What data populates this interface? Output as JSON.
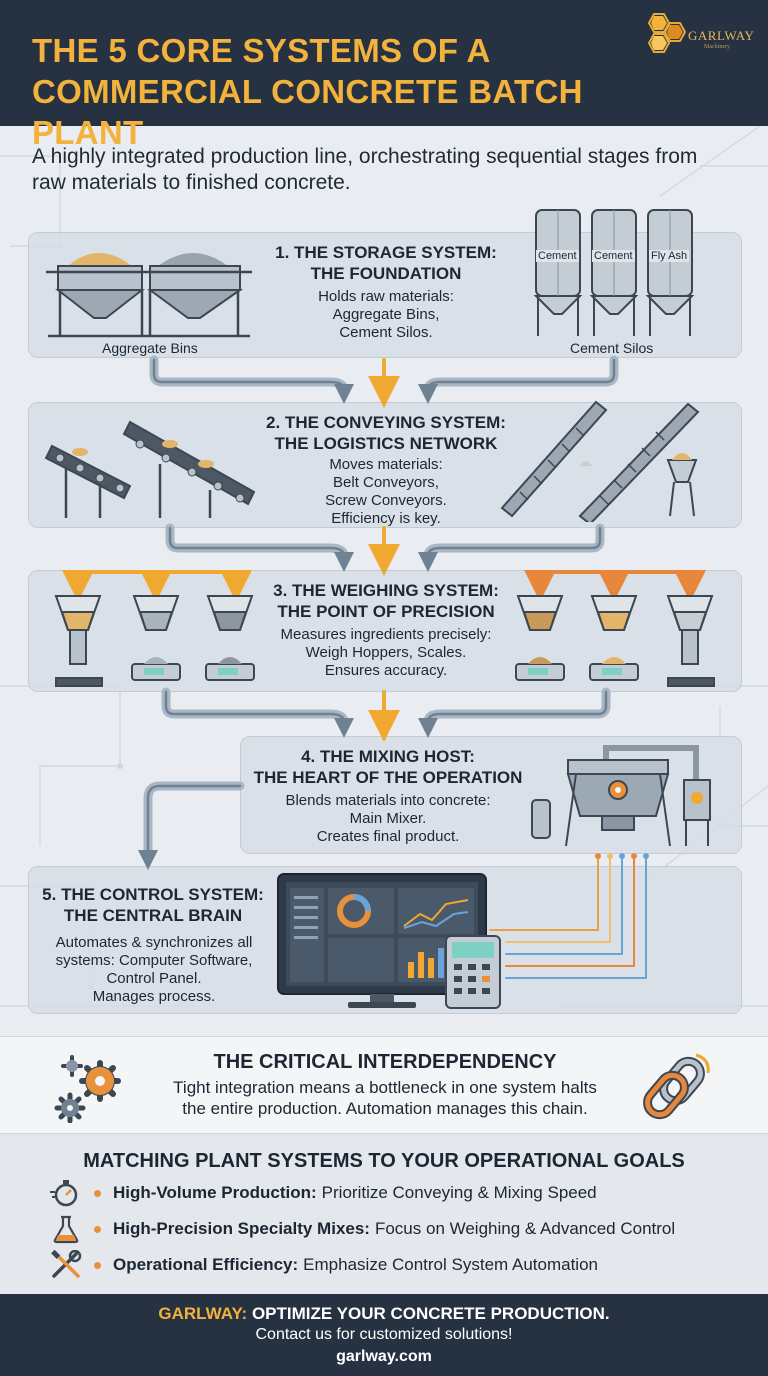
{
  "header": {
    "title_line1": "THE 5 CORE SYSTEMS OF A",
    "title_line2": "COMMERCIAL CONCRETE BATCH PLANT",
    "logo_text": "GARLWAY",
    "logo_sub": "Machinery"
  },
  "subtitle": "A highly integrated production line, orchestrating sequential stages from raw materials to finished concrete.",
  "sections": [
    {
      "title_line1": "1. THE STORAGE SYSTEM:",
      "title_line2": "THE FOUNDATION",
      "body": [
        "Holds raw materials:",
        "Aggregate Bins,",
        "Cement Silos."
      ],
      "left_caption": "Aggregate Bins",
      "right_caption": "Cement Silos",
      "silo_labels": [
        "Cement",
        "Cement",
        "Fly Ash"
      ]
    },
    {
      "title_line1": "2. THE CONVEYING SYSTEM:",
      "title_line2": "THE LOGISTICS NETWORK",
      "body": [
        "Moves materials:",
        "Belt Conveyors,",
        "Screw Conveyors.",
        "Efficiency is key."
      ]
    },
    {
      "title_line1": "3. THE WEIGHING SYSTEM:",
      "title_line2": "THE POINT OF PRECISION",
      "body": [
        "Measures ingredients precisely:",
        "Weigh Hoppers, Scales.",
        "Ensures accuracy."
      ]
    },
    {
      "title_line1": "4. THE MIXING HOST:",
      "title_line2": "THE HEART OF THE OPERATION",
      "body": [
        "Blends materials into concrete:",
        "Main Mixer.",
        "Creates final product."
      ]
    },
    {
      "title_line1": "5. THE CONTROL SYSTEM:",
      "title_line2": "THE CENTRAL BRAIN",
      "body": [
        "Automates & synchronizes all",
        "systems: Computer Software,",
        "Control Panel.",
        "Manages process."
      ]
    }
  ],
  "interdependency": {
    "title": "THE CRITICAL INTERDEPENDENCY",
    "body_line1": "Tight integration means a bottleneck in one system halts",
    "body_line2": "the entire production. Automation manages this chain."
  },
  "goals": {
    "title": "MATCHING PLANT SYSTEMS TO YOUR OPERATIONAL GOALS",
    "items": [
      {
        "icon": "stopwatch-icon",
        "label": "High-Volume Production:",
        "text": "Prioritize Conveying & Mixing Speed"
      },
      {
        "icon": "flask-icon",
        "label": "High-Precision Specialty Mixes:",
        "text": "Focus on Weighing & Advanced Control"
      },
      {
        "icon": "tools-icon",
        "label": "Operational Efficiency:",
        "text": "Emphasize Control System Automation"
      }
    ]
  },
  "footer": {
    "brand": "GARLWAY:",
    "cta": "OPTIMIZE YOUR CONCRETE PRODUCTION.",
    "contact": "Contact us for customized solutions!",
    "url": "garlway.com"
  },
  "colors": {
    "header_bg": "#263241",
    "title_gold": "#f2b23b",
    "arrow_gray": "#6f8294",
    "arrow_gold": "#f0a830",
    "arrow_orange": "#e8873a",
    "signal_blue": "#6aa3d8",
    "bullet_orange": "#e8913a"
  }
}
